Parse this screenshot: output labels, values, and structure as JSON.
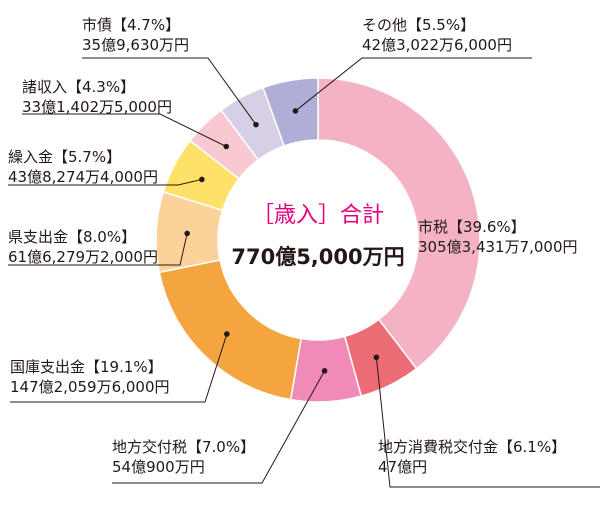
{
  "chart_data": {
    "type": "pie",
    "title": "［歳入］合計",
    "total": "770億5,000万円",
    "slices": [
      {
        "name": "市税",
        "percent": 39.6,
        "amount": "305億3,431万7,000円",
        "color": "#f4b3c5"
      },
      {
        "name": "地方消費税交付金",
        "percent": 6.1,
        "amount": "47億円",
        "color": "#ec6d76"
      },
      {
        "name": "地方交付税",
        "percent": 7.0,
        "amount": "54億900万円",
        "color": "#f08bb7"
      },
      {
        "name": "国庫支出金",
        "percent": 19.1,
        "amount": "147億2,059万6,000円",
        "color": "#f4a53f"
      },
      {
        "name": "県支出金",
        "percent": 8.0,
        "amount": "61億6,279万2,000円",
        "color": "#fbd39a"
      },
      {
        "name": "繰入金",
        "percent": 5.7,
        "amount": "43億8,274万4,000円",
        "color": "#fde168"
      },
      {
        "name": "諸収入",
        "percent": 4.3,
        "amount": "33億1,402万5,000円",
        "color": "#f8c9d0"
      },
      {
        "name": "市債",
        "percent": 4.7,
        "amount": "35億9,630万円",
        "color": "#d6cfe6"
      },
      {
        "name": "その他",
        "percent": 5.5,
        "amount": "42億3,022万6,000円",
        "color": "#b0aed6"
      }
    ]
  }
}
